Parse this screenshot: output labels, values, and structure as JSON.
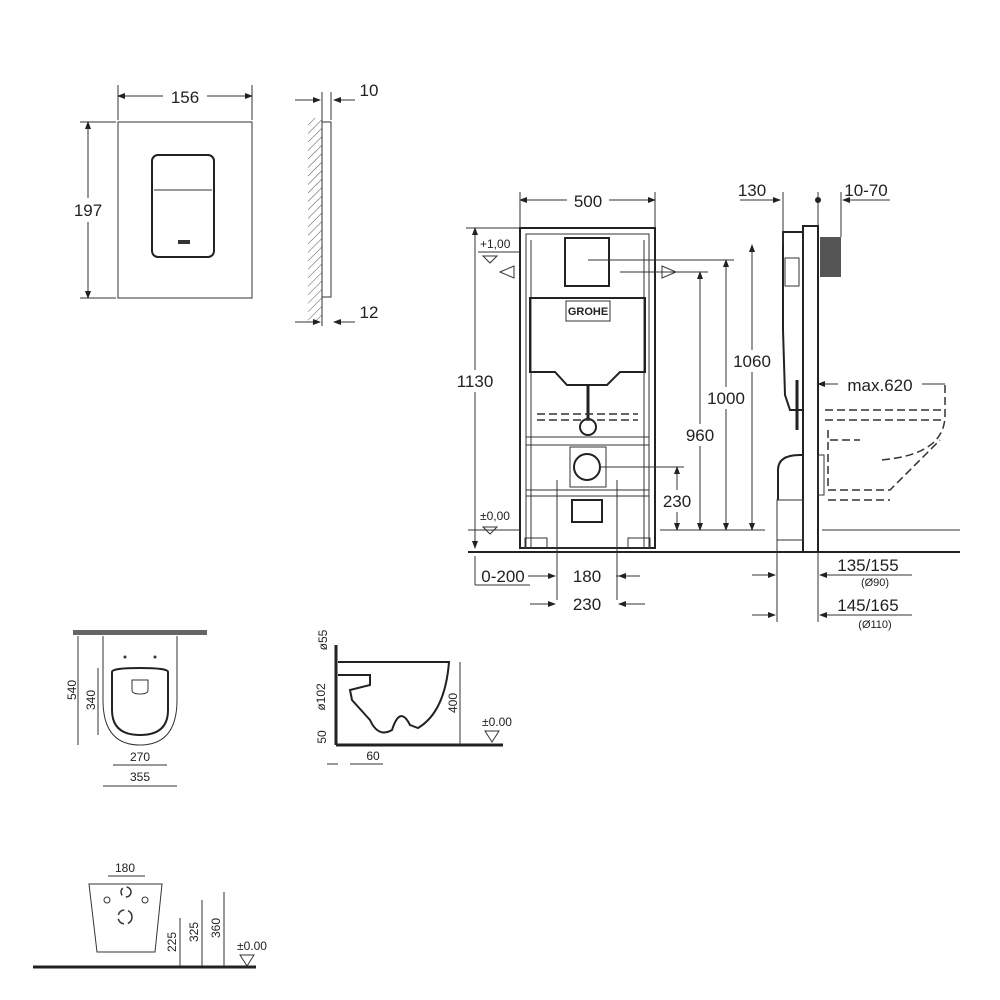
{
  "flush_plate": {
    "width": "156",
    "height": "197",
    "thickness_top": "10",
    "thickness_bottom": "12"
  },
  "frame_front": {
    "width": "500",
    "total_height": "1130",
    "h_1060": "1060",
    "h_1000": "1000",
    "h_960": "960",
    "h_230": "230",
    "level_top": "+1,00",
    "level_zero": "±0,00",
    "foot_adjust": "0-200",
    "w_180": "180",
    "w_230": "230"
  },
  "frame_side": {
    "depth": "130",
    "wall": "10-70",
    "max_bowl": "max.620",
    "d1": "135/155",
    "d1_pipe": "(Ø90)",
    "d2": "145/165",
    "d2_pipe": "(Ø110)"
  },
  "bowl_top": {
    "length": "540",
    "seat": "340",
    "inner_width": "270",
    "width": "355"
  },
  "bowl_side": {
    "d55": "ø55",
    "d102": "ø102",
    "h50": "50",
    "h400": "400",
    "w60": "60",
    "level": "±0.00"
  },
  "bowl_rear": {
    "w180": "180",
    "h225": "225",
    "h325": "325",
    "h360": "360",
    "level": "±0.00"
  }
}
